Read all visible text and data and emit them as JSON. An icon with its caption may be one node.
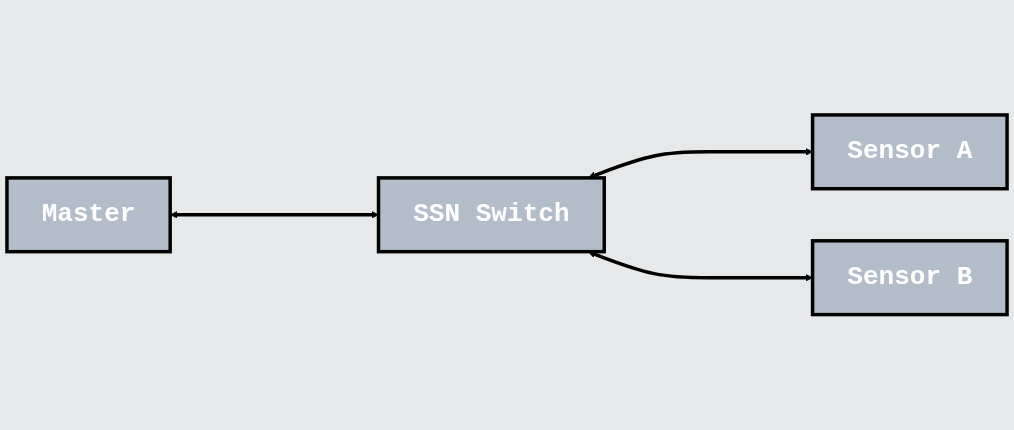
{
  "diagram": {
    "nodes": [
      {
        "text": [
          "Master"
        ]
      },
      {
        "text": [
          "SSN Switch"
        ]
      },
      {
        "text": [
          "Sensor A"
        ]
      },
      {
        "text": [
          "Sensor B"
        ]
      }
    ],
    "edges": [
      {
        "from": 0,
        "to": 1,
        "arrow": "both"
      },
      {
        "from": 1,
        "to": 2,
        "arrow": "both"
      },
      {
        "from": 1,
        "to": 3,
        "arrow": "both"
      }
    ]
  }
}
